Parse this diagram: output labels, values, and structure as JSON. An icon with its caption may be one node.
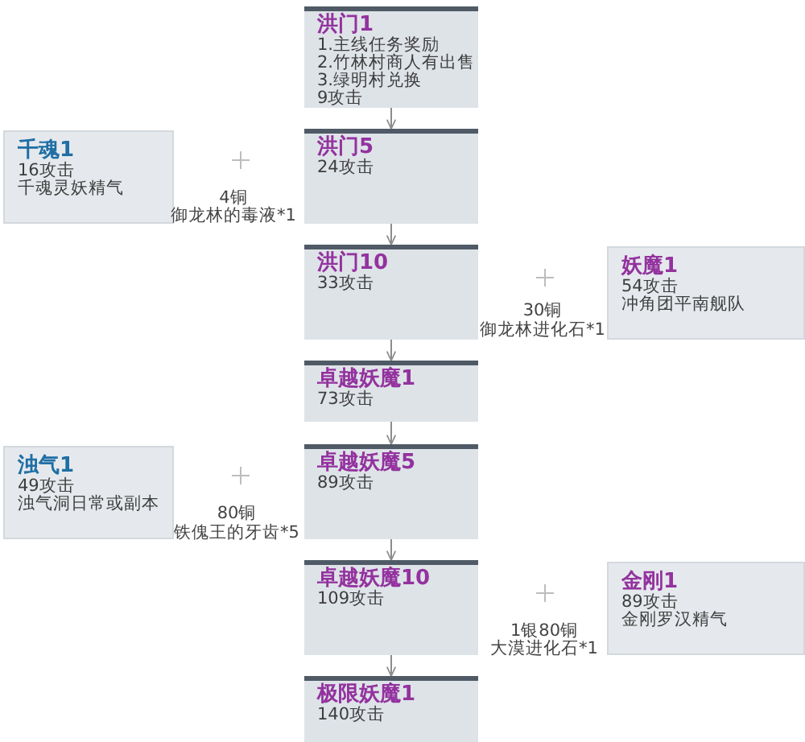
{
  "diagram": {
    "nodes": [
      {
        "text": [
          "洪门1",
          "1.主线任务奖励",
          "2.竹林村商人有出售",
          "3.绿明村兑换",
          "9攻击"
        ]
      },
      {
        "text": [
          "千魂1",
          "16攻击",
          "千魂灵妖精气"
        ]
      },
      {
        "text": [
          "洪门5",
          "24攻击"
        ]
      },
      {
        "text": [
          "洪门10",
          "33攻击"
        ]
      },
      {
        "text": [
          "妖魔1",
          "54攻击",
          "冲角团平南舰队"
        ]
      },
      {
        "text": [
          "卓越妖魔1",
          "73攻击"
        ]
      },
      {
        "text": [
          "浊气1",
          "49攻击",
          "浊气洞日常或副本"
        ]
      },
      {
        "text": [
          "卓越妖魔5",
          "89攻击"
        ]
      },
      {
        "text": [
          "卓越妖魔10",
          "109攻击"
        ]
      },
      {
        "text": [
          "金刚1",
          "89攻击",
          "金刚罗汉精气"
        ]
      },
      {
        "text": [
          "极限妖魔1",
          "140攻击"
        ]
      }
    ],
    "edges": [
      {
        "from": 0,
        "to": 2,
        "arrow": "to"
      },
      {
        "from": 2,
        "to": 3,
        "arrow": "to"
      },
      {
        "from": 3,
        "to": 5,
        "arrow": "to"
      },
      {
        "from": 5,
        "to": 7,
        "arrow": "to"
      },
      {
        "from": 7,
        "to": 8,
        "arrow": "to"
      },
      {
        "from": 8,
        "to": 10,
        "arrow": "to"
      }
    ],
    "labels": [
      "4铜",
      "御龙林的毒液*1",
      "30铜",
      "御龙林进化石*1",
      "80铜",
      "铁傀王的牙齿*5",
      "1银80铜",
      "大漠进化石*1"
    ]
  }
}
